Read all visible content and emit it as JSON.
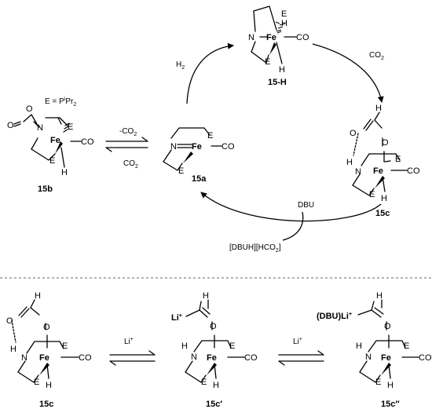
{
  "definition": {
    "lhs": "E = P",
    "sup": "i",
    "p": "Pr",
    "sub": "2"
  },
  "atoms": {
    "fe": "Fe",
    "n": "N",
    "e": "E",
    "h": "H",
    "co": "CO",
    "o": "O",
    "li": "Li",
    "plus": "+",
    "dbu_li": "(DBU)Li"
  },
  "compounds": {
    "c15H": "15-H",
    "c15b": "15b",
    "c15a": "15a",
    "c15c": "15c",
    "c15c_prime": "15c′",
    "c15c_dprime": "15c′′"
  },
  "reagents": {
    "h2": "H",
    "h2_sub": "2",
    "co2": "CO",
    "co2_sub": "2",
    "minus_co2": "-CO",
    "minus_co2_sub": "2",
    "plus_co2": "CO",
    "plus_co2_sub": "2",
    "dbu": "DBU",
    "product_a": "[DBUH][HCO",
    "product_sub": "2",
    "product_b": "]",
    "li1": "Li",
    "li1_sup": "+",
    "li2": "Li",
    "li2_sup": "+"
  }
}
